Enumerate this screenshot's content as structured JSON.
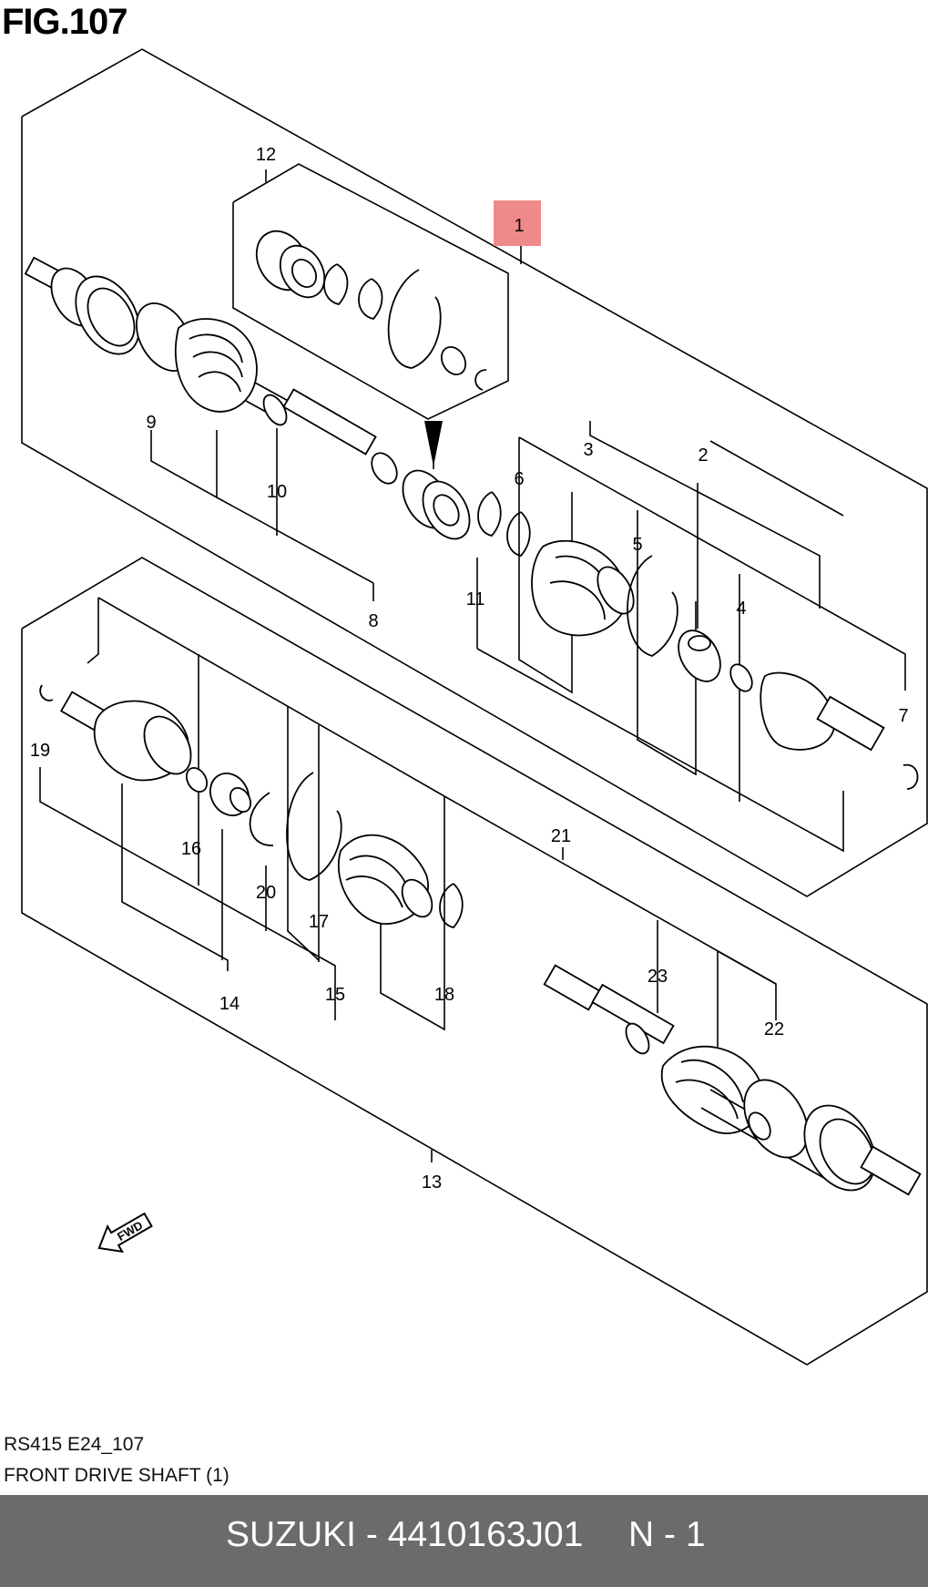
{
  "figure": {
    "title": "FIG.107"
  },
  "callouts": [
    "1",
    "2",
    "3",
    "4",
    "5",
    "6",
    "7",
    "8",
    "9",
    "10",
    "11",
    "12",
    "13",
    "14",
    "15",
    "16",
    "17",
    "18",
    "19",
    "20",
    "21",
    "22",
    "23"
  ],
  "highlight": {
    "label": "1",
    "color": "#f08a8a"
  },
  "direction_tag": "FWD",
  "caption": {
    "code": "RS415 E24_107",
    "title": "FRONT DRIVE SHAFT (1)"
  },
  "footer": {
    "part": "SUZUKI - 4410163J01",
    "page": "N - 1",
    "background": "#6b6b6b"
  }
}
